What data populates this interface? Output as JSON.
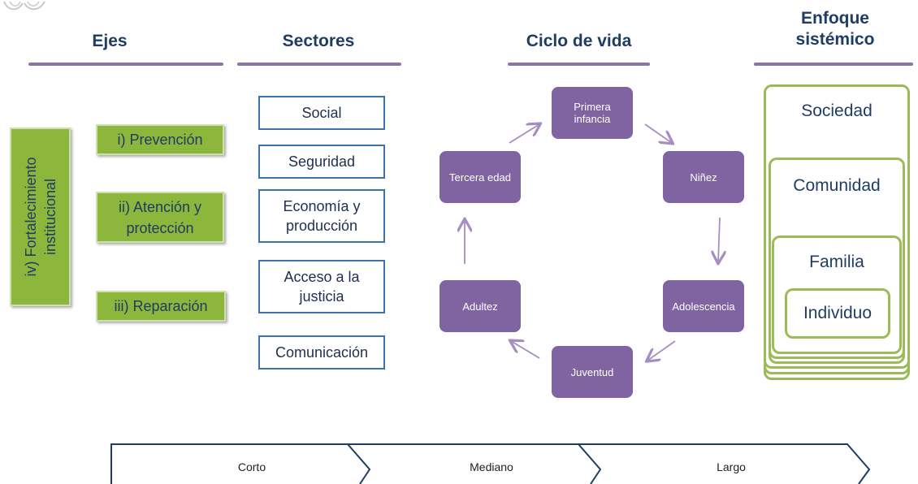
{
  "headers": {
    "ejes": "Ejes",
    "sectores": "Sectores",
    "ciclo": "Ciclo de vida",
    "enfoque_line1": "Enfoque",
    "enfoque_line2": "sistémico"
  },
  "ejes": {
    "vertical_line1": "iv) Fortalecimiento",
    "vertical_line2": "institucional",
    "items": [
      {
        "line1": "i) Prevención",
        "line2": ""
      },
      {
        "line1": "ii) Atención y",
        "line2": "protección"
      },
      {
        "line1": "iii) Reparación",
        "line2": ""
      }
    ]
  },
  "sectores": {
    "items": [
      {
        "line1": "Social",
        "line2": ""
      },
      {
        "line1": "Seguridad",
        "line2": ""
      },
      {
        "line1": "Economía y",
        "line2": "producción"
      },
      {
        "line1": "Acceso a la",
        "line2": "justicia"
      },
      {
        "line1": "Comunicación",
        "line2": ""
      }
    ]
  },
  "ciclo": {
    "stages": [
      {
        "line1": "Primera",
        "line2": "infancia"
      },
      {
        "line1": "Niñez",
        "line2": ""
      },
      {
        "line1": "Adolescencia",
        "line2": ""
      },
      {
        "line1": "Juventud",
        "line2": ""
      },
      {
        "line1": "Adultez",
        "line2": ""
      },
      {
        "line1": "Tercera edad",
        "line2": ""
      }
    ]
  },
  "enfoque": {
    "levels": [
      "Sociedad",
      "Comunidad",
      "Familia",
      "Individuo"
    ]
  },
  "plazos": [
    "Corto",
    "Mediano",
    "Largo"
  ],
  "colors": {
    "green": "#8cb63c",
    "purple": "#8064a2",
    "navy": "#1f3d64",
    "sector_border": "#3d72b0",
    "nest_border": "#9bbb59"
  }
}
